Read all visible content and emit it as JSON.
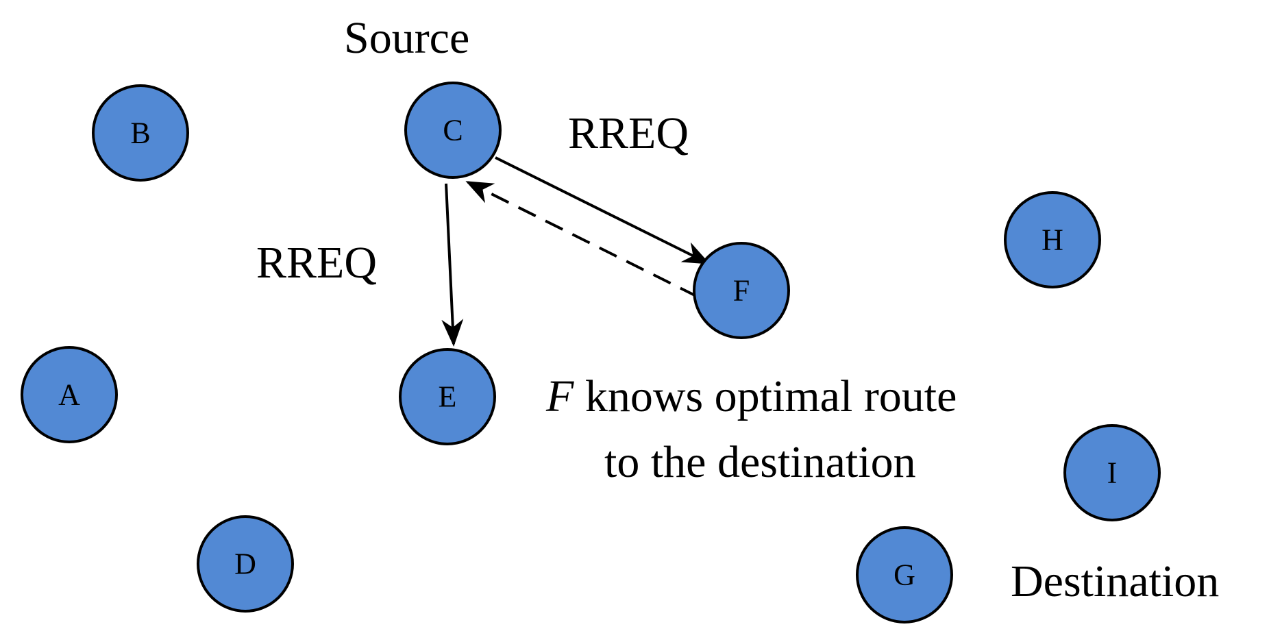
{
  "node_fill": "#5289d4",
  "nodes": [
    {
      "id": "A",
      "label": "A"
    },
    {
      "id": "B",
      "label": "B"
    },
    {
      "id": "C",
      "label": "C"
    },
    {
      "id": "D",
      "label": "D"
    },
    {
      "id": "E",
      "label": "E"
    },
    {
      "id": "F",
      "label": "F"
    },
    {
      "id": "G",
      "label": "G"
    },
    {
      "id": "H",
      "label": "H"
    },
    {
      "id": "I",
      "label": "I"
    }
  ],
  "edges": [
    {
      "from": "C",
      "to": "E",
      "style": "solid"
    },
    {
      "from": "C",
      "to": "F",
      "style": "solid"
    },
    {
      "from": "F",
      "to": "C",
      "style": "dashed"
    }
  ],
  "labels": {
    "source": "Source",
    "rreq_top": "RREQ",
    "rreq_left": "RREQ",
    "f_knows_italic": "F",
    "f_knows_rest": " knows optimal route",
    "f_knows_line2": "to the destination",
    "destination": "Destination"
  }
}
